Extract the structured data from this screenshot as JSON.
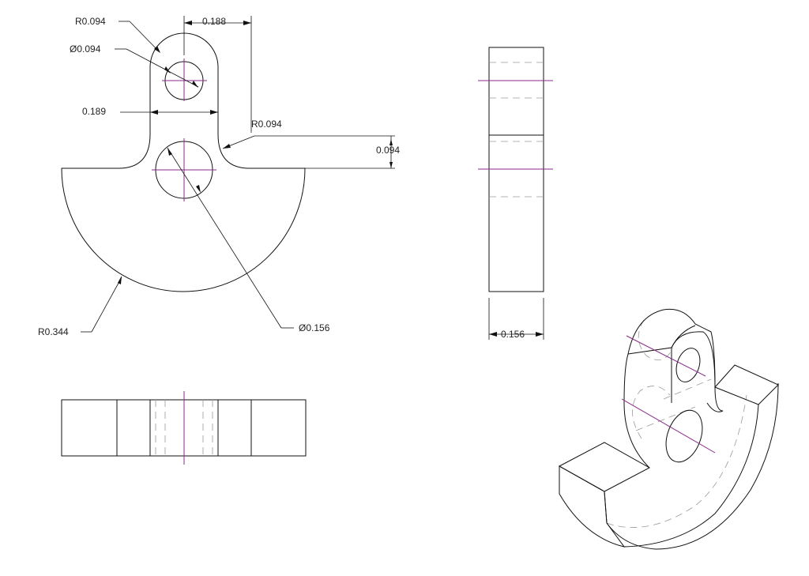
{
  "dimensions": {
    "top_radius": "R0.094",
    "top_hole_dia": "Ø0.094",
    "horizontal_offset": "0.188",
    "neck_width": "0.189",
    "fillet_radius": "R0.094",
    "vertical_offset": "0.094",
    "base_radius": "R0.344",
    "main_hole_dia": "Ø0.156",
    "thickness": "0.156"
  },
  "colors": {
    "object_line": "#111111",
    "hidden_line": "#9a9a9a",
    "center_line": "#8a2a8a",
    "background": "#ffffff"
  }
}
